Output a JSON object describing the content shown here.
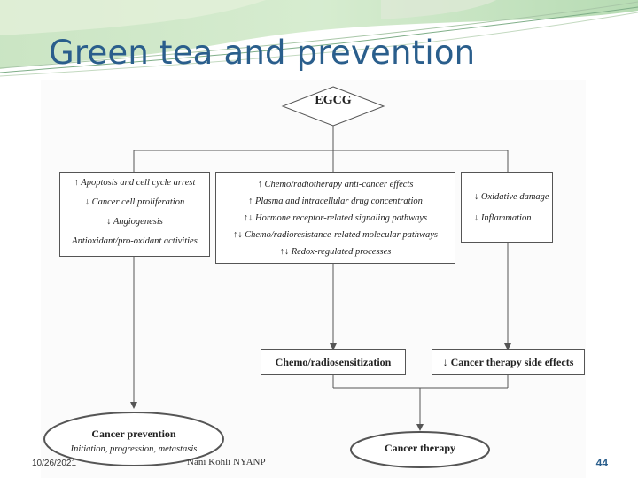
{
  "slide": {
    "title": "Green tea and prevention",
    "footer_date": "10/26/2021",
    "footer_author": "Nani Kohli NYANP",
    "page_number": "44"
  },
  "diagram": {
    "root": "EGCG",
    "left_box": [
      "↑ Apoptosis and cell cycle arrest",
      "↓ Cancer cell proliferation",
      "↓ Angiogenesis",
      "Antioxidant/pro-oxidant activities"
    ],
    "center_box": [
      "↑ Chemo/radiotherapy anti-cancer effects",
      "↑ Plasma and intracellular drug concentration",
      "↑↓ Hormone receptor-related signaling pathways",
      "↑↓ Chemo/radioresistance-related molecular pathways",
      "↑↓ Redox-regulated processes"
    ],
    "right_box": [
      "↓ Oxidative damage",
      "↓ Inflammation"
    ],
    "chemo_box": "Chemo/radiosensitization",
    "side_effects_box": "↓ Cancer therapy side effects",
    "prevention": {
      "label": "Cancer prevention",
      "sub": "Initiation, progression, metastasis"
    },
    "therapy": "Cancer therapy"
  },
  "colors": {
    "title": "#2a5e8c",
    "banner": "#a8cfa0",
    "lines": "#555555"
  }
}
